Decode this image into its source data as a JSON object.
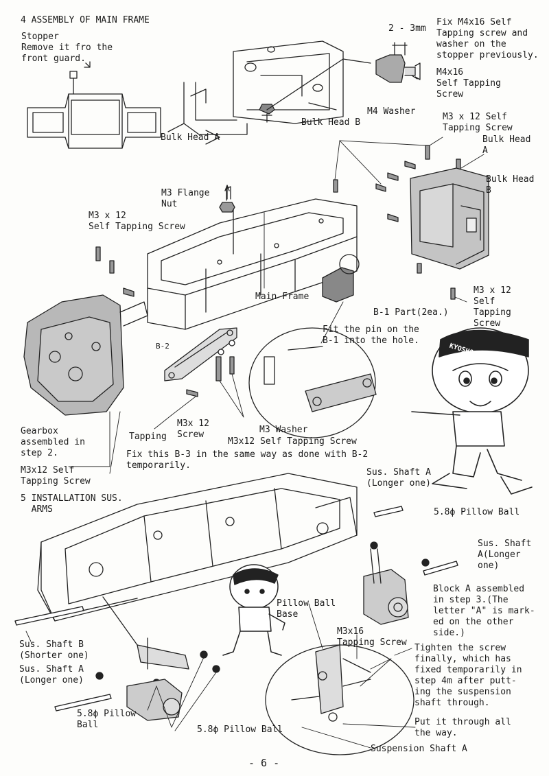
{
  "page_number": "- 6 -",
  "section4": {
    "title": "4 ASSEMBLY OF MAIN FRAME",
    "stopper_note": "Stopper\nRemove it fro the\nfront guard.",
    "gap_dim": "2 - 3mm",
    "fix_note": "Fix M4x16 Self\nTapping screw and\nwasher on the\nstopper previously.",
    "m4x16_screw": "M4x16\nSelf Tapping\nScrew",
    "m4_washer": "M4 Washer",
    "bulk_head_a_left": "Bulk Head A",
    "bulk_head_b_top": "Bulk Head B",
    "m3x12_screw_top": "M3 x 12 Self\nTapping Screw",
    "bulk_head_a_right": "Bulk Head\nA",
    "bulk_head_b_right": "Bulk Head\nB",
    "m3_flange_nut": "M3 Flange\nNut",
    "m3x12_left": "M3 x 12\nSelf Tapping Screw",
    "main_frame": "Main Frame",
    "b1_part": "B-1 Part(2ea.)",
    "m3x12_right": "M3 x 12\nSelf\nTapping\nScrew",
    "fit_pin": "Fit the pin on the\nB-1 into the hole.",
    "b2": "B-2",
    "m3x12_tapping": "M3x 12\nScrew",
    "tapping": "Tapping",
    "m3_washer": "M3 Washer",
    "m3x12_self_tapping": "M3x12 Self Tapping Screw",
    "gearbox": "Gearbox\nassembled in\nstep 2.",
    "fix_b3": "Fix this B-3 in the same way as done with B-2\ntemporarily.",
    "m3x12_self_bottom": "M3x12 Self\nTapping Screw",
    "brand": "KYOSHO"
  },
  "section5": {
    "title": "5 INSTALLATION SUS.\n  ARMS",
    "sus_shaft_a_top": "Sus. Shaft A\n(Longer one)",
    "pillow_ball_top": "5.8ϕ Pillow Ball",
    "sus_shaft_a_right": "Sus. Shaft\nA(Longer\none)",
    "block_a": "Block A assembled\nin step 3.(The\nletter \"A\" is mark-\ned on the other\nside.)",
    "pillow_ball_base": "Pillow Ball\nBase",
    "m3x16": "M3x16\nTapping Screw",
    "tighten": "Tighten the screw\nfinally, which has\nfixed temporarily in\nstep 4m after putt-\ning the suspension\nshaft through.",
    "sus_shaft_b": "Sus. Shaft B\n(Shorter one)",
    "sus_shaft_a_left": "Sus. Shaft A\n(Longer one)",
    "pillow_ball_left": "5.8ϕ Pillow\nBall",
    "pillow_ball_bottom": "5.8ϕ Pillow Ball",
    "put_through": "Put it through all\nthe way.",
    "suspension_shaft_a": "Suspension Shaft A"
  }
}
